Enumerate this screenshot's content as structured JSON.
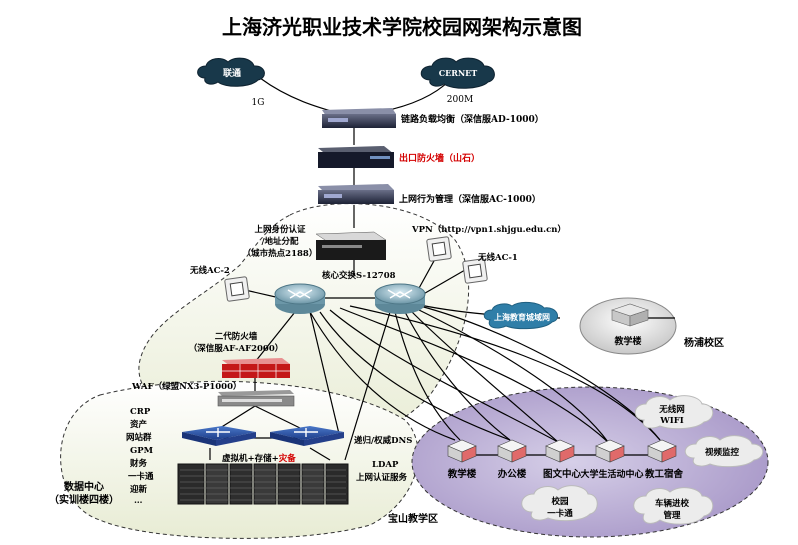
{
  "title": "上海济光职业技术学院校园网架构示意图",
  "isp": {
    "unicom": "联通",
    "unicom_bw": "1G",
    "cernet": "CERNET",
    "cernet_bw": "200M"
  },
  "devices": {
    "load_balancer": "链路负载均衡（深信服AD-1000）",
    "exit_firewall": "出口防火墙（山石）",
    "behavior_mgmt": "上网行为管理（深信服AC-1000）",
    "auth_line1": "上网身份认证",
    "auth_line2": "/地址分配",
    "auth_line3": "（城市热点2188）",
    "vpn": "VPN（http://vpn1.shjgu.edu.cn）",
    "wireless_ac1": "无线AC-1",
    "wireless_ac2": "无线AC-2",
    "core_switch": "核心交换S-12708",
    "ngfw_line1": "二代防火墙",
    "ngfw_line2": "（深信服AF-AF2000）",
    "waf": "WAF（绿盟NX3-P1000）",
    "dns": "递归/权威DNS",
    "ldap_line1": "LDAP",
    "ldap_line2": "上网认证服务",
    "vm_storage_prefix": "虚拟机+存储+",
    "vm_storage_suffix": "灾备"
  },
  "datacenter": {
    "services": [
      "CRP",
      "资产",
      "网站群",
      "GPM",
      "财务",
      "一卡通",
      "迎新",
      "…"
    ],
    "label_line1": "数据中心",
    "label_line2": "（实训楼四楼）"
  },
  "yangpu": {
    "edu_net": "上海教育城域网",
    "building": "教学楼",
    "campus": "杨浦校区"
  },
  "baoshan": {
    "buildings": [
      "教学楼",
      "办公楼",
      "图文中心",
      "大学生活动中心",
      "教工宿舍"
    ],
    "clouds": [
      "无线网",
      "WIFI",
      "视频监控",
      "车辆进校",
      "管理",
      "校园",
      "一卡通"
    ],
    "campus": "宝山教学区"
  }
}
